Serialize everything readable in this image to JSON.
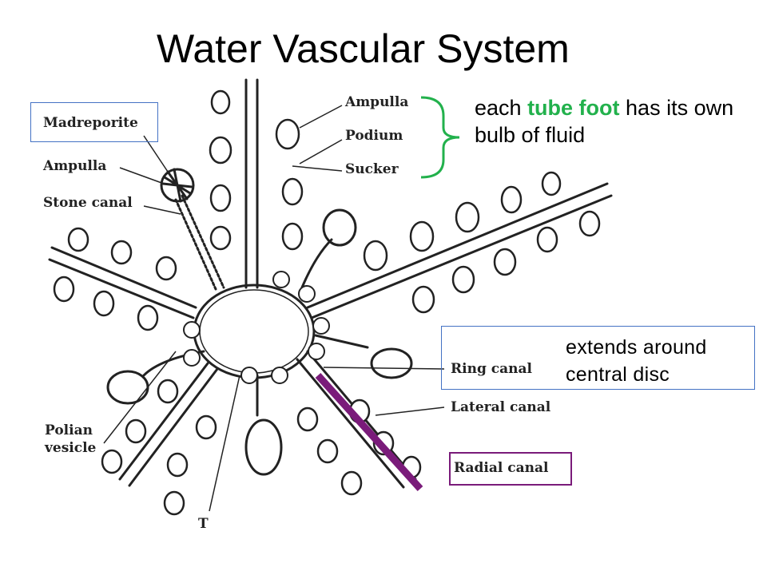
{
  "title": "Water Vascular System",
  "top_note": {
    "pre": "each ",
    "highlight": "tube foot",
    "post": " has its own bulb of fluid"
  },
  "ring_note": {
    "line1": "extends around",
    "line2": "central disc"
  },
  "labels": {
    "madreporite": "Madreporite",
    "ampulla_left": "Ampulla",
    "stone_canal": "Stone canal",
    "polian_vesicle": "Polian vesicle",
    "ampulla_top": "Ampulla",
    "podium": "Podium",
    "sucker": "Sucker",
    "ring_canal": "Ring canal",
    "lateral_canal": "Lateral canal",
    "radial_canal": "Radial canal",
    "bottom_mark": "T"
  },
  "colors": {
    "bracket": "#22b14c",
    "highlight": "#22b14c",
    "arrow": "#7a1b7a",
    "box_blue": "#4472c4"
  }
}
